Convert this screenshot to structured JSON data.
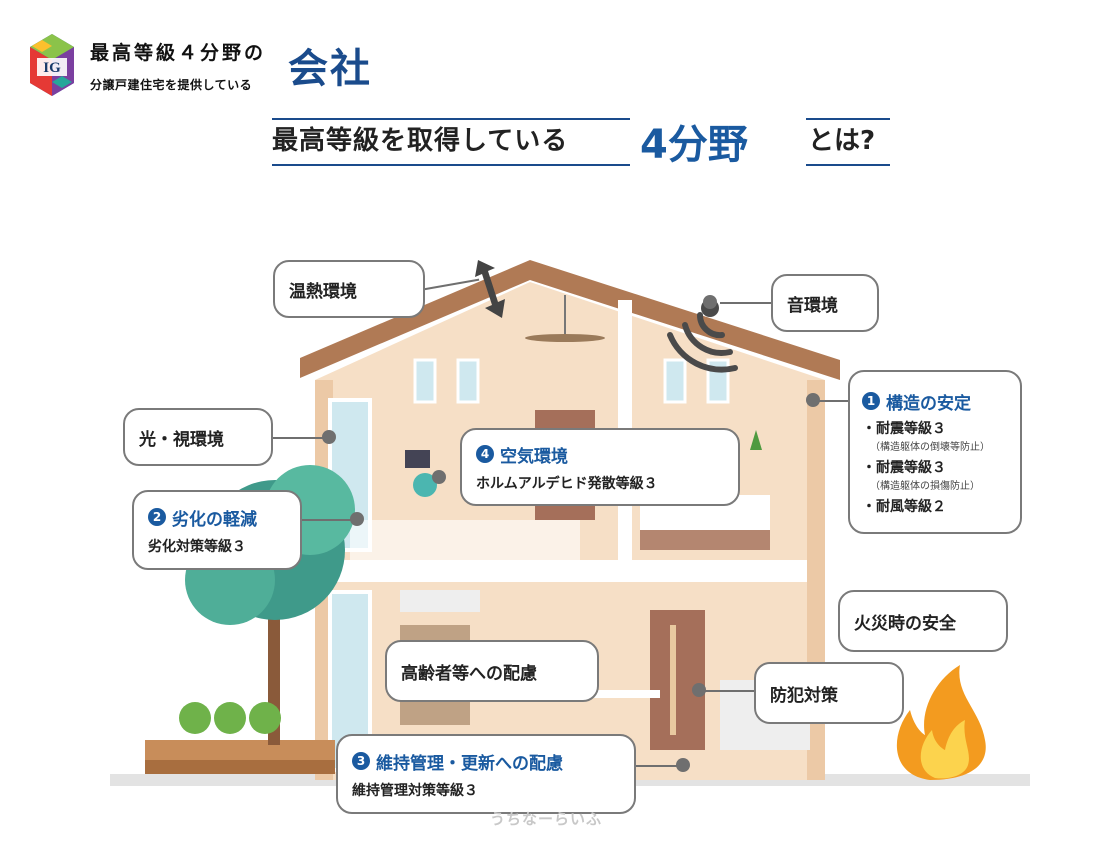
{
  "header": {
    "logo_text": "IG",
    "line1": "最高等級４分野の",
    "line2": "分譲戸建住宅を提供している",
    "big": "会社"
  },
  "title": {
    "main": "最高等級を取得している",
    "emphasis": "4分野",
    "tail": "とは?"
  },
  "callouts": {
    "thermal": {
      "label": "温熱環境"
    },
    "sound": {
      "label": "音環境"
    },
    "light": {
      "label": "光・視環境"
    },
    "structure": {
      "num": "1",
      "label": "構造の安定",
      "items": [
        {
          "text": "・耐震等級３",
          "note": "（構造躯体の倒壊等防止）"
        },
        {
          "text": "・耐震等級３",
          "note": "（構造躯体の損傷防止）"
        },
        {
          "text": "・耐風等級２",
          "note": ""
        }
      ]
    },
    "air": {
      "num": "4",
      "label": "空気環境",
      "sub": "ホルムアルデヒド発散等級３"
    },
    "deterioration": {
      "num": "2",
      "label": "劣化の軽減",
      "sub": "劣化対策等級３"
    },
    "fire": {
      "label": "火災時の安全"
    },
    "elderly": {
      "label": "高齢者等への配慮"
    },
    "crime": {
      "label": "防犯対策"
    },
    "maintenance": {
      "num": "3",
      "label": "維持管理・更新への配慮",
      "sub": "維持管理対策等級３"
    }
  },
  "watermark": "うちなーらいふ",
  "colors": {
    "accent": "#1a5aa0",
    "house_wall": "#f6dfc6",
    "roof": "#b07a55",
    "fire": "#f39b1f"
  }
}
